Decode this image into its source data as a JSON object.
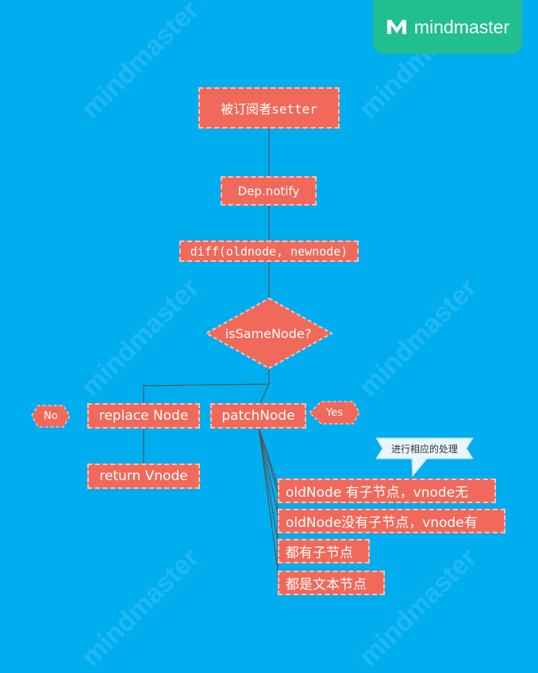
{
  "brand": {
    "name": "mindmaster",
    "icon": "mindmaster-logo-icon",
    "watermark": "mindmaster"
  },
  "colors": {
    "background": "#00aeef",
    "node_fill": "#f0695a",
    "node_border": "#f6c1b9",
    "brand_bg": "#21be8f",
    "connector": "#555555",
    "callout_fill": "#e8f6fd"
  },
  "nodes": {
    "root": "被订阅者setter",
    "notify": "Dep.notify",
    "diff": "diff(oldnode, newnode)",
    "decision": "isSameNode?",
    "replace": "replace Node",
    "patch": "patchNode",
    "return": "return Vnode"
  },
  "tags": {
    "no": "No",
    "yes": "Yes"
  },
  "callout": "进行相应的处理",
  "cases": [
    "oldNode 有子节点，vnode无",
    "oldNode没有子节点，vnode有",
    "都有子节点",
    "都是文本节点"
  ]
}
